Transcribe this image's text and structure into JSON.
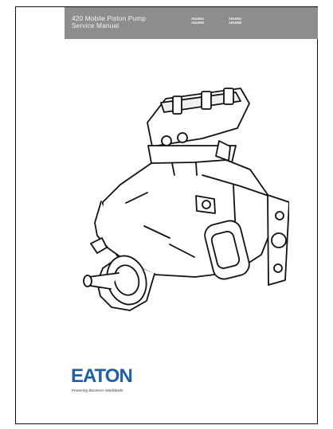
{
  "header": {
    "title_lines": "420 Mobile Piston Pump\nService Manual",
    "codes_left": "ADU061\nADU069",
    "codes_right": "ADU062\nADU080"
  },
  "brand": {
    "logo_text": "EATON",
    "tagline": "Powering Business Worldwide",
    "color": "#1f5ea8"
  },
  "colors": {
    "header_bg": "#8d8d8d",
    "border": "#111111"
  },
  "image": {
    "subject": "piston pump illustration"
  }
}
